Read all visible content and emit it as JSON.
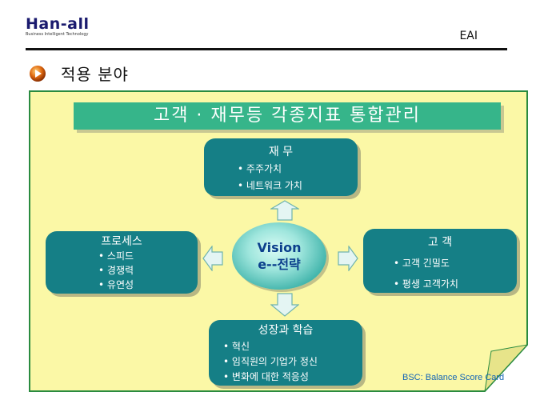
{
  "header": {
    "logo_text": "Han-all",
    "logo_tagline": "Business Intelligent Technology",
    "code": "EAI"
  },
  "section": {
    "title": "적용 분야",
    "icon": "orange-ball-arrow-icon"
  },
  "diagram": {
    "banner": "고객 · 재무등 각종지표 통합관리",
    "center": {
      "line1": "Vision",
      "line2": "e--전략"
    },
    "boxes": {
      "top": {
        "title": "재 무",
        "items": [
          "주주가치",
          "네트워크 가치"
        ]
      },
      "left": {
        "title": "프로세스",
        "items": [
          "스피드",
          "경쟁력",
          "유연성"
        ]
      },
      "right": {
        "title": "고 객",
        "items": [
          "고객 긴밀도",
          "평생 고객가치"
        ]
      },
      "bottom": {
        "title": "성장과 학습",
        "items": [
          "혁신",
          "임직원의 기업가 정신",
          "변화에 대한 적응성"
        ]
      }
    },
    "note": "BSC: Balance Score Card",
    "colors": {
      "board": "#fbf8a6",
      "border": "#2a8b40",
      "banner": "#36b58a",
      "box": "#157f86",
      "vision_text": "#0b3f8c"
    }
  }
}
